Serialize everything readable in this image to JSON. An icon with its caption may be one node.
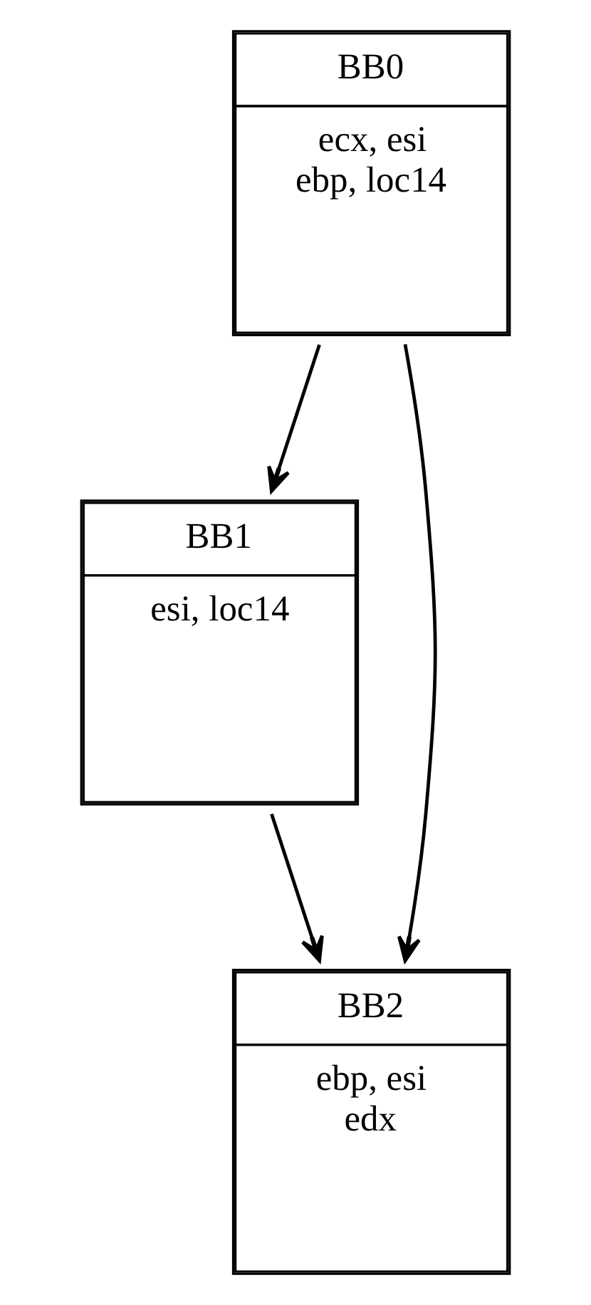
{
  "diagram": {
    "nodes": [
      {
        "text": [
          "BB0",
          "ecx, esi",
          "ebp, loc14"
        ]
      },
      {
        "text": [
          "BB1",
          "esi, loc14"
        ]
      },
      {
        "text": [
          "BB2",
          "ebp, esi",
          "edx"
        ]
      }
    ],
    "edges": [
      {
        "from": 0,
        "to": 1,
        "arrow": "to"
      },
      {
        "from": 0,
        "to": 2,
        "arrow": "to"
      },
      {
        "from": 1,
        "to": 2,
        "arrow": "to"
      }
    ]
  }
}
